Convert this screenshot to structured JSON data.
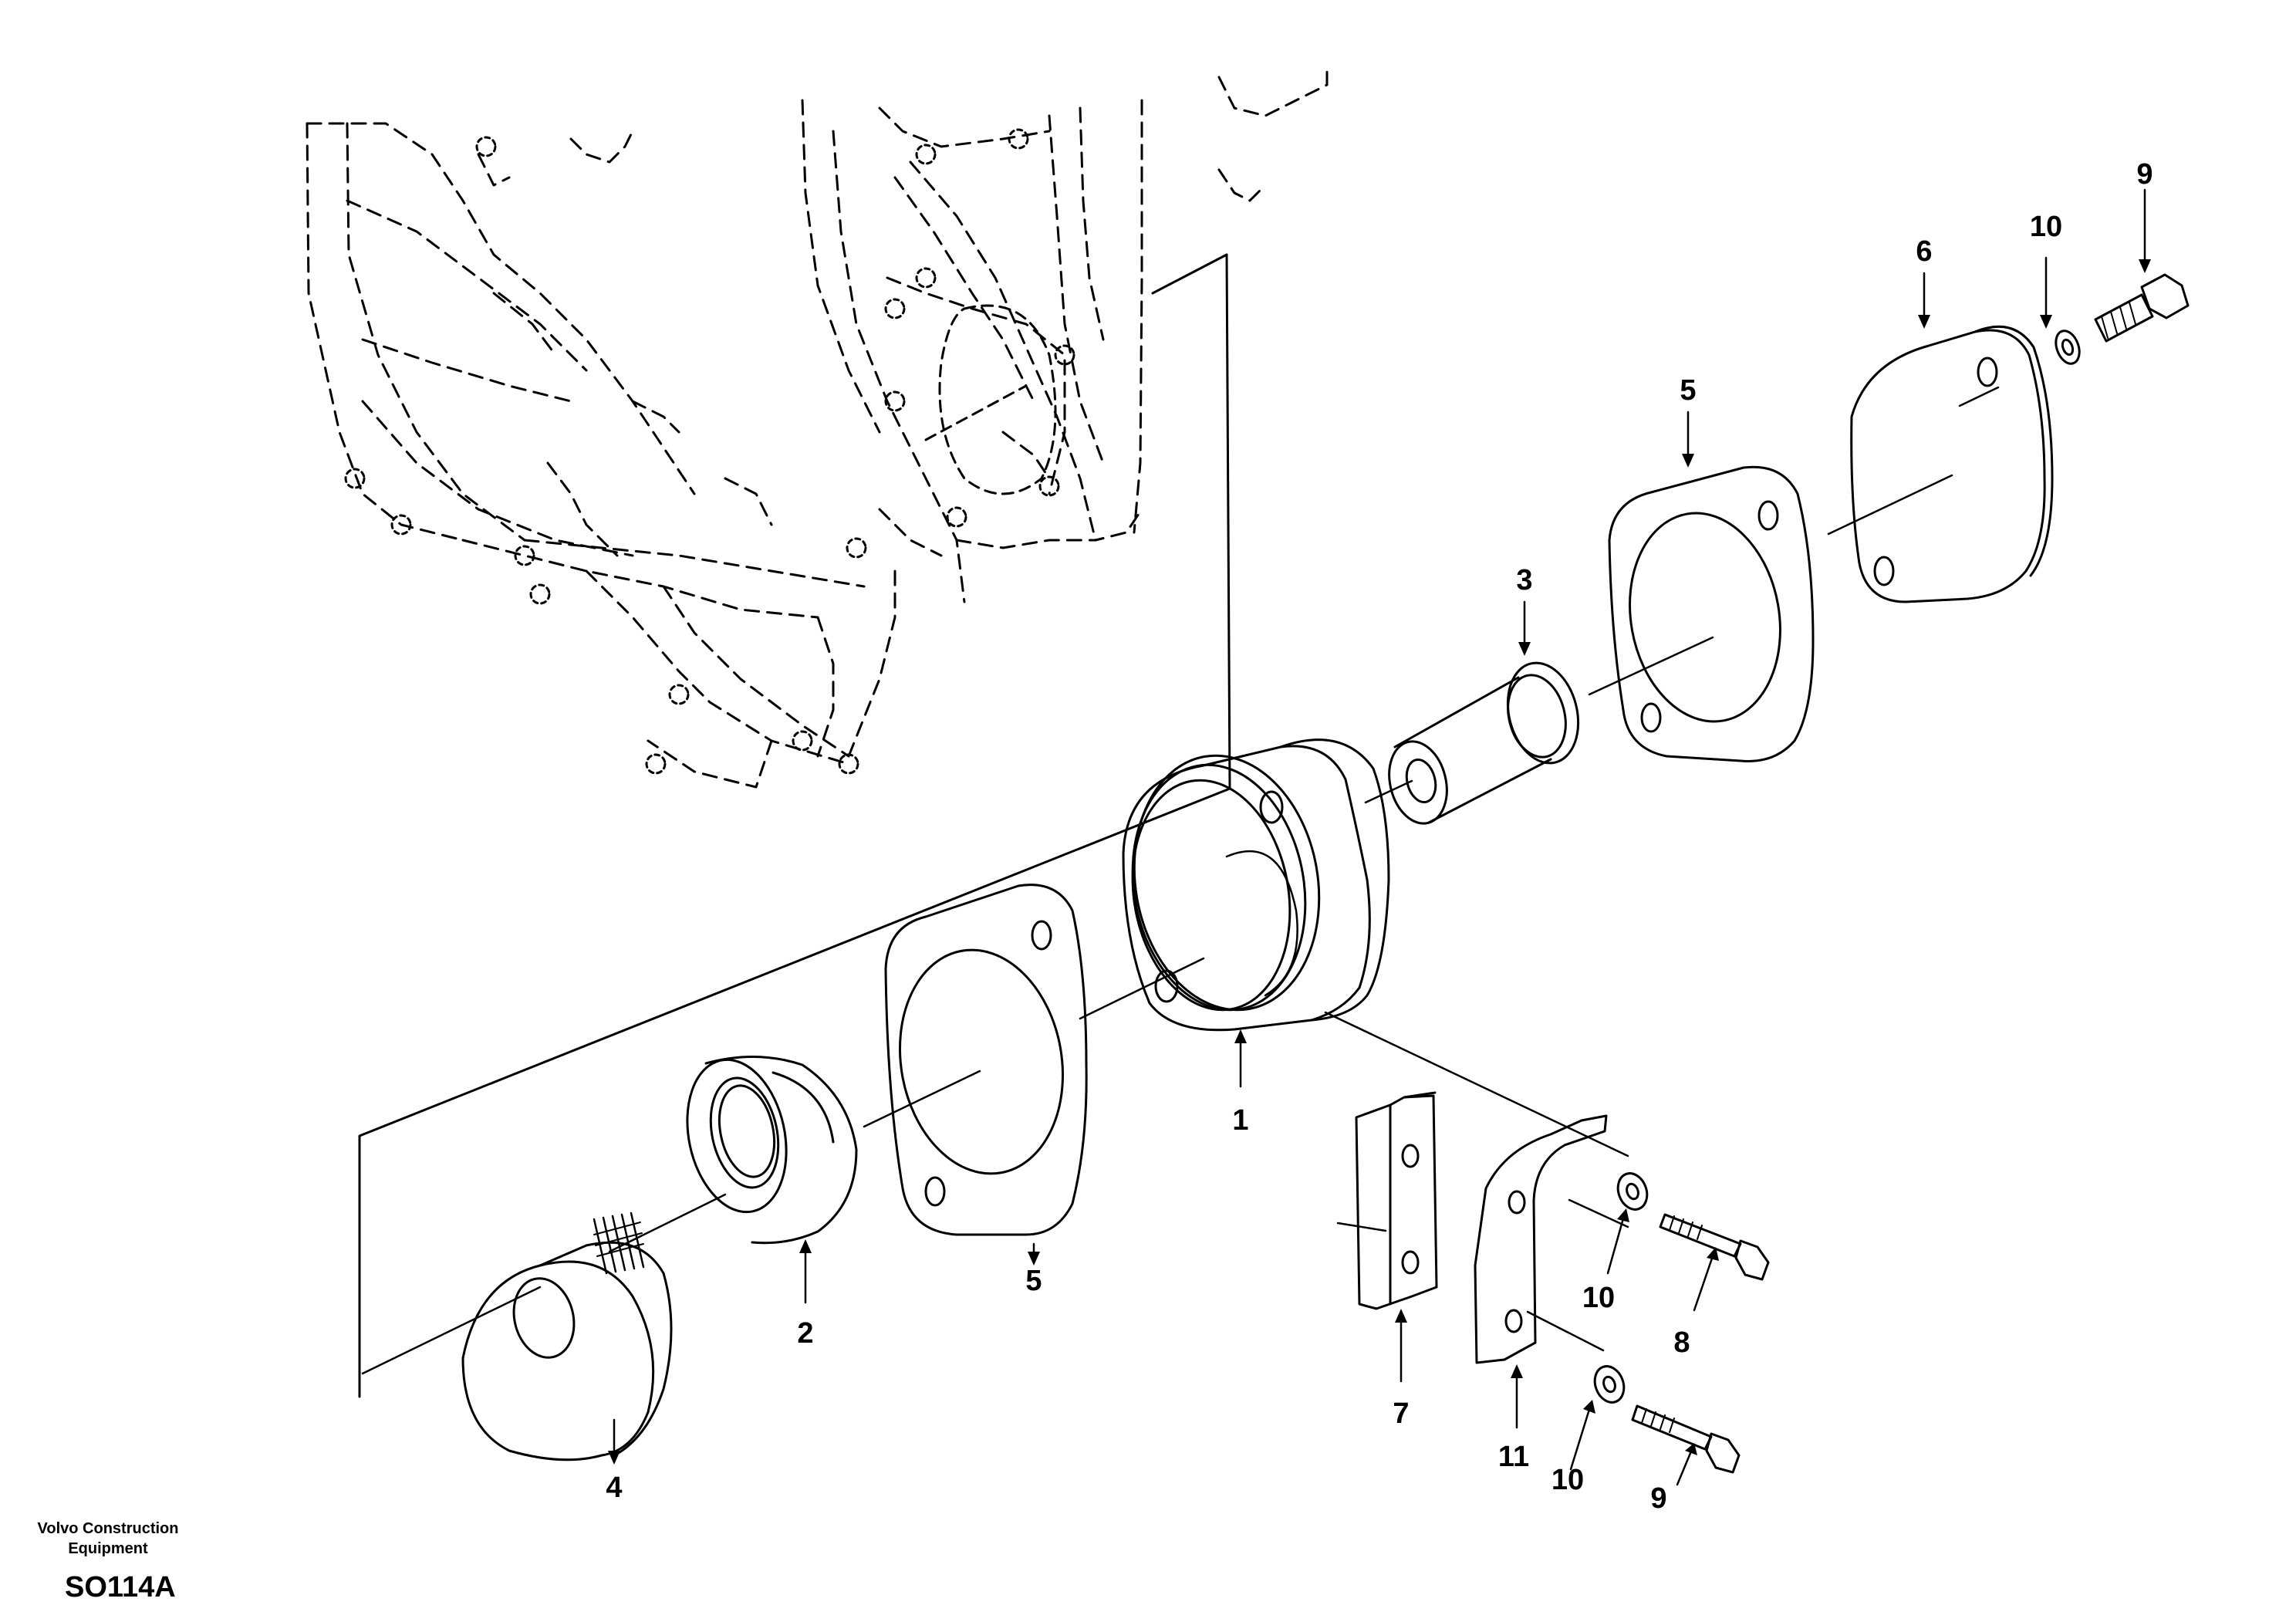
{
  "callouts": {
    "c1": "1",
    "c2": "2",
    "c3": "3",
    "c4": "4",
    "c5a": "5",
    "c5b": "5",
    "c6": "6",
    "c7": "7",
    "c8": "8",
    "c9a": "9",
    "c9b": "9",
    "c10a": "10",
    "c10b": "10",
    "c10c": "10",
    "c11": "11"
  },
  "footer": {
    "company_line1": "Volvo Construction",
    "company_line2": "Equipment",
    "drawing_code": "SO114A"
  },
  "colors": {
    "ink": "#000000",
    "background": "#ffffff"
  }
}
